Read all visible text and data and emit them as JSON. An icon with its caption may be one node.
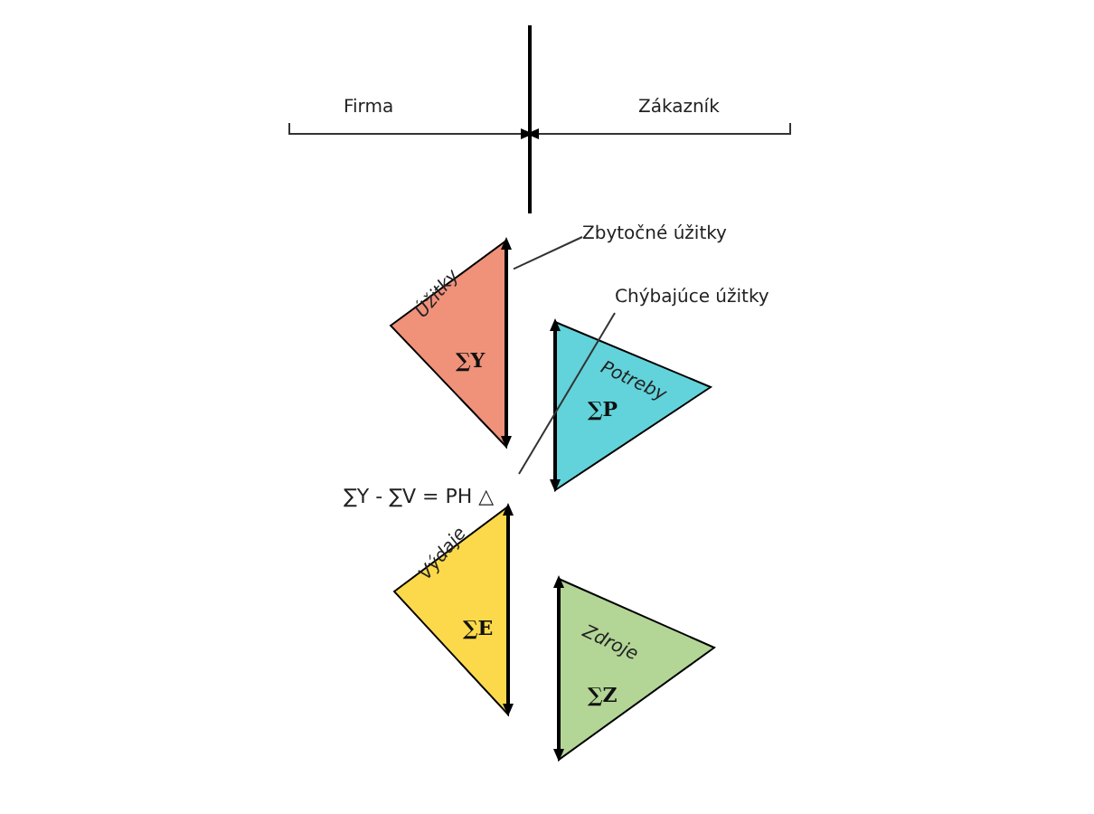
{
  "diagram": {
    "nodes": [
      {
        "text": [
          "Firma"
        ]
      },
      {
        "text": [
          "Zákazník"
        ]
      },
      {
        "text": [],
        "shape": "bar"
      },
      {
        "text": [
          "Zbytočné úžitky"
        ]
      },
      {
        "text": [
          "Úžitky",
          "∑Y"
        ]
      },
      {
        "text": [
          "Chýbajúce úžitky"
        ]
      },
      {
        "text": [
          "Potreby",
          "∑P"
        ]
      },
      {
        "text": [
          "Výdaje",
          "∑E"
        ]
      },
      {
        "text": [
          "Zdroje",
          "∑Z"
        ]
      }
    ],
    "edges": [
      {
        "from": 0,
        "to": 2,
        "arrow": "to"
      },
      {
        "from": 1,
        "to": 2,
        "arrow": "to"
      },
      {
        "from": 3,
        "to": 4,
        "arrow": "none"
      },
      {
        "from": 5,
        "to": null,
        "arrow": "none"
      }
    ],
    "labels": [
      "∑Y - ∑V = PH △"
    ]
  }
}
